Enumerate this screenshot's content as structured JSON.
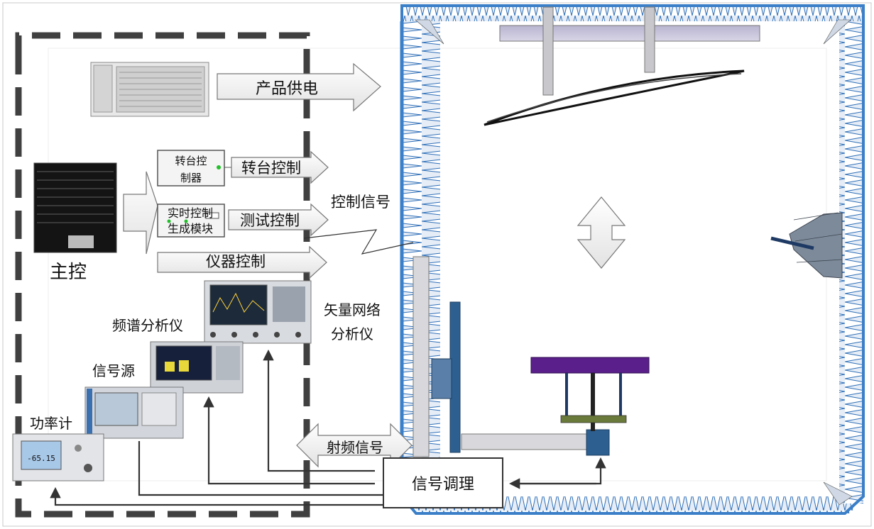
{
  "labels": {
    "product_power": "产品供电",
    "turntable_controller_line1": "转台控",
    "turntable_controller_line2": "制器",
    "turntable_control": "转台控制",
    "realtime_module_line1": "实时控制",
    "realtime_module_line2": "生成模块",
    "test_control": "测试控制",
    "control_signal": "控制信号",
    "instrument_control": "仪器控制",
    "main_control": "主控",
    "vna_line1": "矢量网络",
    "vna_line2": "分析仪",
    "spectrum_analyzer": "频谱分析仪",
    "signal_source": "信号源",
    "power_meter": "功率计",
    "rf_signal": "射频信号",
    "signal_conditioning": "信号调理",
    "power_meter_reading": "-65.15"
  },
  "colors": {
    "absorber_blue": "#3a7fc8",
    "purple_bar": "#5a1f8a",
    "rail_gray": "#d0d0d8",
    "dark_blue_box": "#2d5f90"
  }
}
